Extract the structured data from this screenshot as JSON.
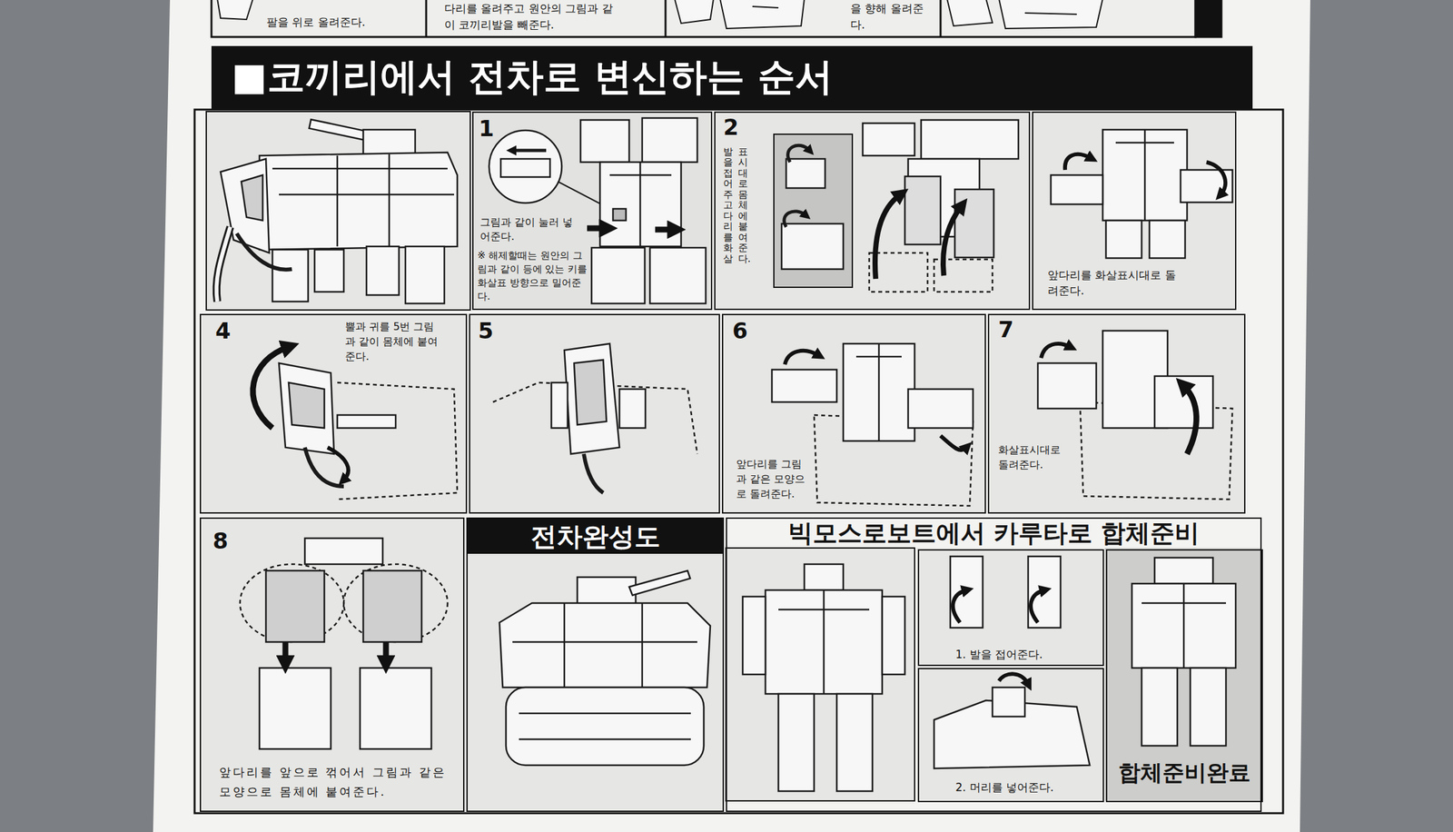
{
  "diagram": {
    "title": "■코끼리에서 전차로 변신하는 순서",
    "nodes": [
      {
        "text": [
          "팔을 위로 올려준다."
        ]
      },
      {
        "text": [
          "다리를 올려주고 원안의 그림과 같이 코끼리발을 빼준다."
        ]
      },
      {
        "text": [
          "을 향해 올려준 다."
        ]
      },
      {
        "text": [
          "1",
          "그림과 같이 눌러 넣어준다.",
          "※ 해제할때는 원안의 그림과 같이 등에 있는 키를 화살표 방향으로 밀어준다."
        ]
      },
      {
        "text": [
          "2",
          "발을 접어주고 다리를 화살표시대로 몸체에 붙여준다."
        ]
      },
      {
        "text": [
          "앞다리를 화살표시대로 돌려준다."
        ]
      },
      {
        "text": [
          "4",
          "뿔과 귀를 5번 그림과 같이 몸체에 붙여준다."
        ]
      },
      {
        "text": [
          "5"
        ]
      },
      {
        "text": [
          "6",
          "앞다리를 그림 과 같은 모양으 로 돌려준다."
        ]
      },
      {
        "text": [
          "7",
          "화살표시대로 돌려준다."
        ]
      },
      {
        "text": [
          "8",
          "앞다리를 앞으로 꺾어서 그림과 같은 모양으로 몸체에 붙여준다."
        ]
      },
      {
        "text": [
          "전차완성도"
        ]
      },
      {
        "text": [
          "빅모스로보트에서 카루타로 합체준비"
        ]
      },
      {
        "text": [
          "1. 발을 접어준다."
        ],
        "in": 12
      },
      {
        "text": [
          "2. 머리를 넣어준다."
        ],
        "in": 12
      },
      {
        "text": [
          "합체준비완료"
        ],
        "in": 12
      }
    ]
  }
}
